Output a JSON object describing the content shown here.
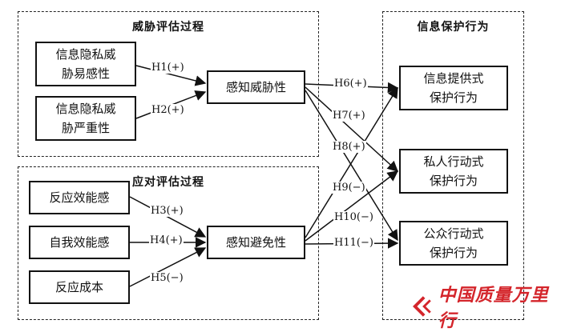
{
  "groups": {
    "threat": "威胁评估过程",
    "coping": "应对评估过程",
    "behavior": "信息保护行为"
  },
  "boxes": {
    "vulnerability": [
      "信息隐私威",
      "胁易感性"
    ],
    "severity": [
      "信息隐私威",
      "胁严重性"
    ],
    "response_efficacy": [
      "反应效能感"
    ],
    "self_efficacy": [
      "自我效能感"
    ],
    "response_cost": [
      "反应成本"
    ],
    "perceived_threat": [
      "感知威胁性"
    ],
    "perceived_avoidance": [
      "感知避免性"
    ],
    "info_provision": [
      "信息提供式",
      "保护行为"
    ],
    "private_action": [
      "私人行动式",
      "保护行为"
    ],
    "public_action": [
      "公众行动式",
      "保护行为"
    ]
  },
  "hypotheses": {
    "h1": "H1(+)",
    "h2": "H2(+)",
    "h3": "H3(+)",
    "h4": "H4(+)",
    "h5": "H5(−)",
    "h6": "H6(+)",
    "h7": "H7(+)",
    "h8": "H8(+)",
    "h9": "H9(−)",
    "h10": "H10(−)",
    "h11": "H11(−)"
  },
  "watermark": "中国质量万里行",
  "colors": {
    "watermark": "#d4252b"
  }
}
